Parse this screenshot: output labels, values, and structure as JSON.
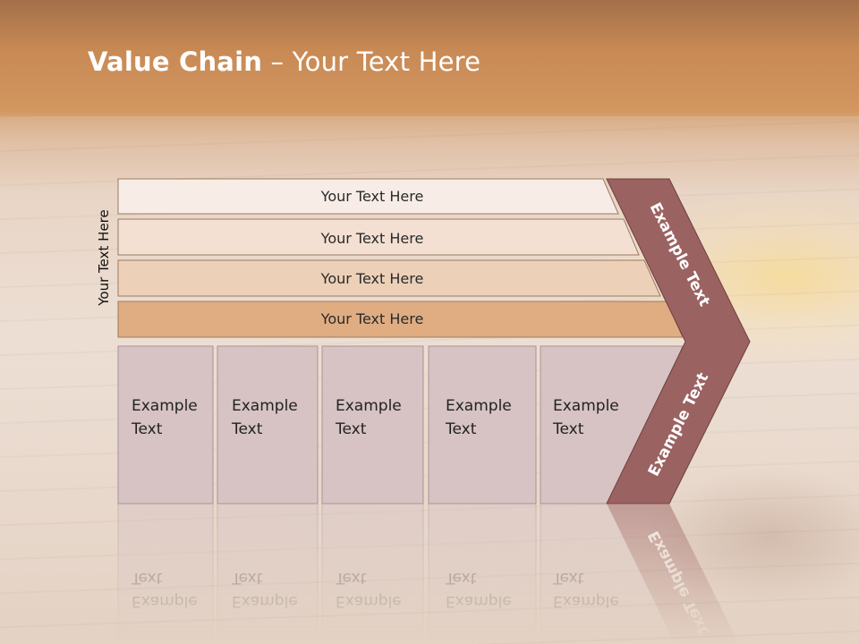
{
  "title": {
    "bold": "Value Chain",
    "rest": " – Your Text Here"
  },
  "side_label": "Your Text Here",
  "bars": [
    {
      "label": "Your Text Here",
      "fill": "#f8ede6"
    },
    {
      "label": "Your Text Here",
      "fill": "#f3e0d2"
    },
    {
      "label": "Your Text Here",
      "fill": "#ecd1b8"
    },
    {
      "label": "Your Text Here",
      "fill": "#e0ad83"
    }
  ],
  "columns": [
    {
      "line1": "Example",
      "line2": "Text"
    },
    {
      "line1": "Example",
      "line2": "Text"
    },
    {
      "line1": "Example",
      "line2": "Text"
    },
    {
      "line1": "Example",
      "line2": "Text"
    },
    {
      "line1": "Example",
      "line2": "Text"
    }
  ],
  "chevron": {
    "upper": "Example Text",
    "lower": "Example Text",
    "fill": "#9b6262"
  },
  "colors": {
    "column_fill": "#d7c3c4",
    "column_stroke": "#a89394",
    "bar_stroke": "#9a7a62"
  }
}
